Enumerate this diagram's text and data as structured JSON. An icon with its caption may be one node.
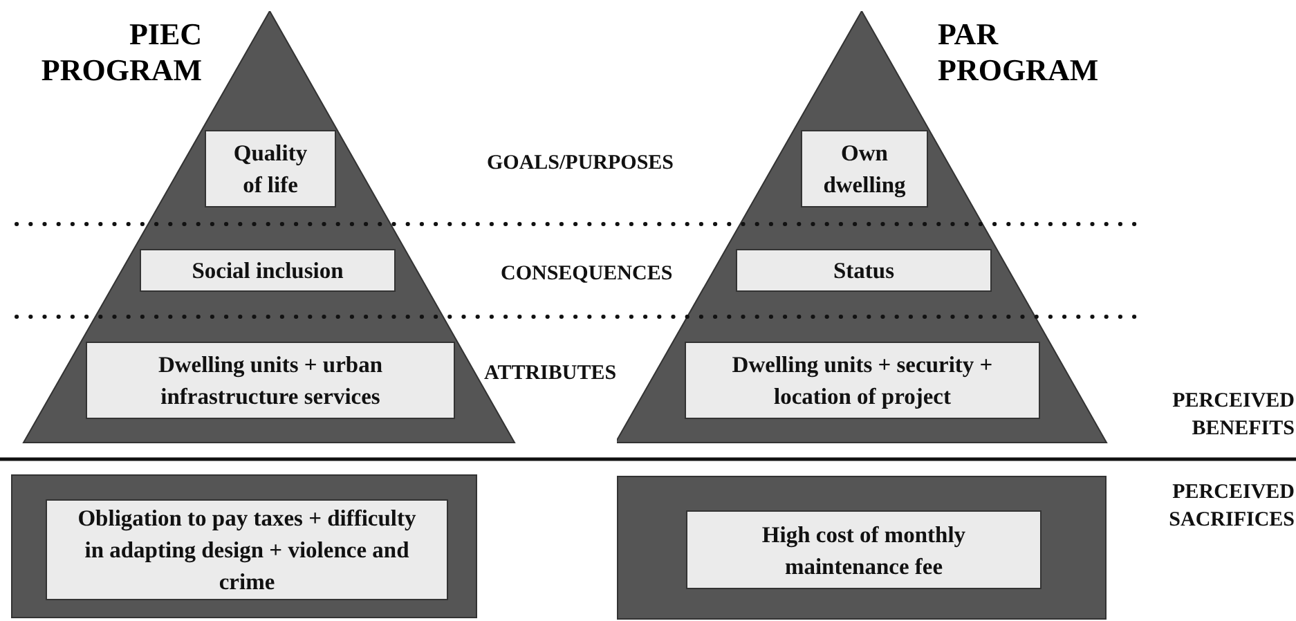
{
  "diagram": {
    "nodes": [
      {
        "text": [
          "PIEC PROGRAM"
        ]
      },
      {
        "text": [
          "Quality of life"
        ],
        "in": 0
      },
      {
        "text": [
          "Social inclusion"
        ],
        "in": 0
      },
      {
        "text": [
          "Dwelling units + urban infrastructure services"
        ],
        "in": 0
      },
      {
        "text": [
          "PAR PROGRAM"
        ]
      },
      {
        "text": [
          "Own dwelling"
        ],
        "in": 4
      },
      {
        "text": [
          "Status"
        ],
        "in": 4
      },
      {
        "text": [
          "Dwelling units + security + location of project"
        ],
        "in": 4
      },
      {
        "text": [],
        "shape": "box"
      },
      {
        "text": [
          "Obligation to pay taxes + difficulty in adapting design + violence and crime"
        ],
        "in": 8
      },
      {
        "text": [],
        "shape": "box"
      },
      {
        "text": [
          "High cost of monthly maintenance fee"
        ],
        "in": 10
      }
    ],
    "labels": [
      "GOALS/PURPOSES",
      "CONSEQUENCES",
      "ATTRIBUTES",
      "PERCEIVED BENEFITS",
      "PERCEIVED SACRIFICES"
    ]
  }
}
